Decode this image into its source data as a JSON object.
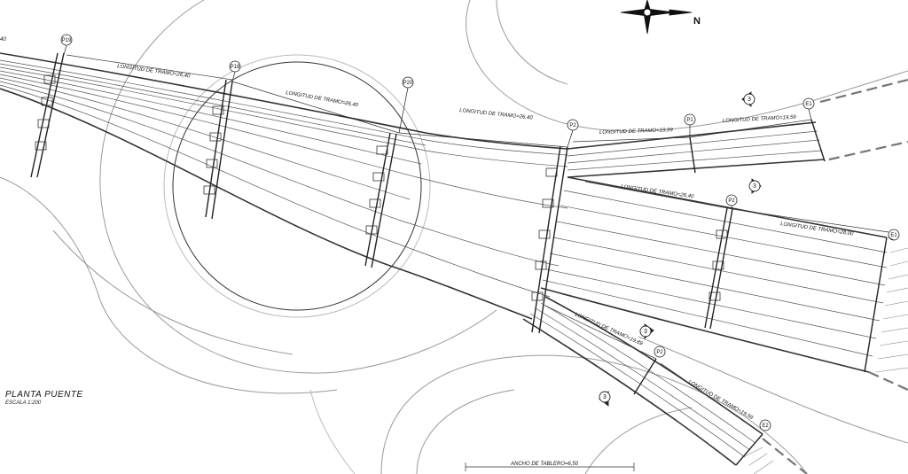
{
  "title": "PLANTA PUENTE",
  "scale": "ESCALA 1:200",
  "north_label": "N",
  "edge_dimension": "40",
  "deck_width": "ANCHO DE TABLERO=6,50",
  "span_labels": [
    "LONGITUD DE TRAMO=26,40",
    "LONGITUD DE TRAMO=26,40",
    "LONGITUD DE TRAMO=26,40",
    "LONGITUD DE TRAMO=19,99",
    "LONGITUD DE TRAMO=19,59",
    "LONGITUD DE TRAMO=26,40",
    "LONGITUD DE TRAMO=28,00",
    "LONGITUD DE TRAMO=19,89",
    "LONGITUD DE TRAMO=19,59"
  ],
  "piers": [
    "P19",
    "P18",
    "P20",
    "P2",
    "P1",
    "E1",
    "P2",
    "E1",
    "P2",
    "E2"
  ],
  "section_marks": [
    "3",
    "3",
    "3",
    "3"
  ]
}
